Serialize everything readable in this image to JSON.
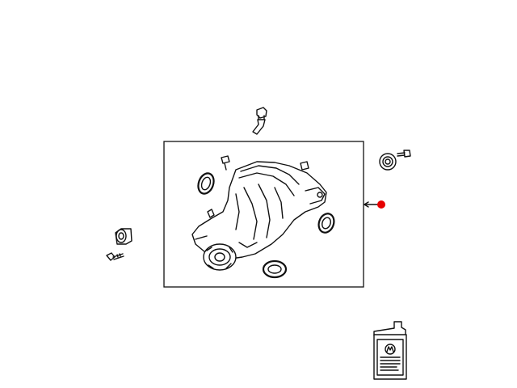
{
  "diagram": {
    "parts": [
      {
        "name": "vent-tube"
      },
      {
        "name": "rear-differential-assembly"
      },
      {
        "name": "axle-seal-left"
      },
      {
        "name": "axle-seal-right"
      },
      {
        "name": "pinion-seal"
      },
      {
        "name": "bushing-left"
      },
      {
        "name": "bolt-left"
      },
      {
        "name": "bushing-right"
      },
      {
        "name": "bolt-right"
      },
      {
        "name": "gear-oil-bottle"
      }
    ],
    "callout": {
      "color": "#e60000"
    }
  }
}
